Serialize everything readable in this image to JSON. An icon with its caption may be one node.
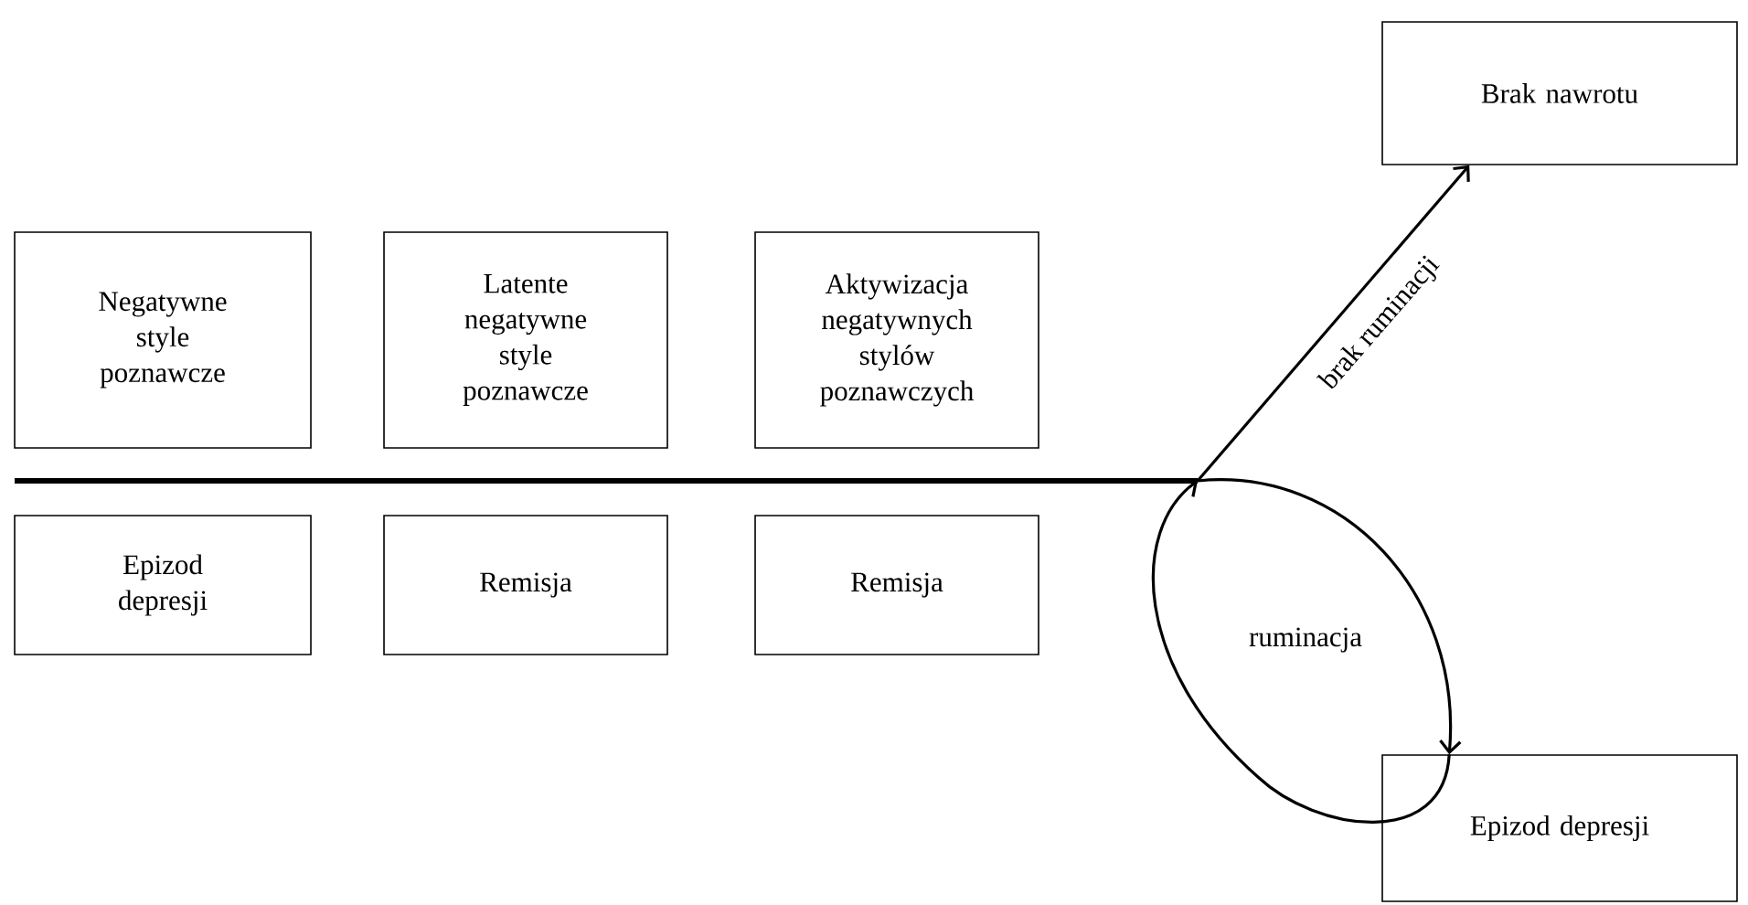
{
  "diagram": {
    "nodes": [
      {
        "text": [
          "Negatywne style poznawcze"
        ]
      },
      {
        "text": [
          "Latente negatywne style poznawcze"
        ]
      },
      {
        "text": [
          "Aktywizacja negatywnych stylów poznawczych"
        ]
      },
      {
        "text": [
          "Epizod depresji"
        ]
      },
      {
        "text": [
          "Remisja"
        ]
      },
      {
        "text": [
          "Remisja"
        ]
      },
      {
        "text": [
          "Brak nawrotu"
        ]
      },
      {
        "text": [
          "Epizod depresji"
        ]
      }
    ],
    "edges": [
      {
        "from": null,
        "to": 6,
        "arrow": "to",
        "label": "brak ruminacji"
      },
      {
        "from": null,
        "to": 7,
        "arrow": "to"
      },
      {
        "from": 7,
        "to": null,
        "arrow": "to"
      }
    ],
    "labels": [
      "ruminacja"
    ]
  }
}
